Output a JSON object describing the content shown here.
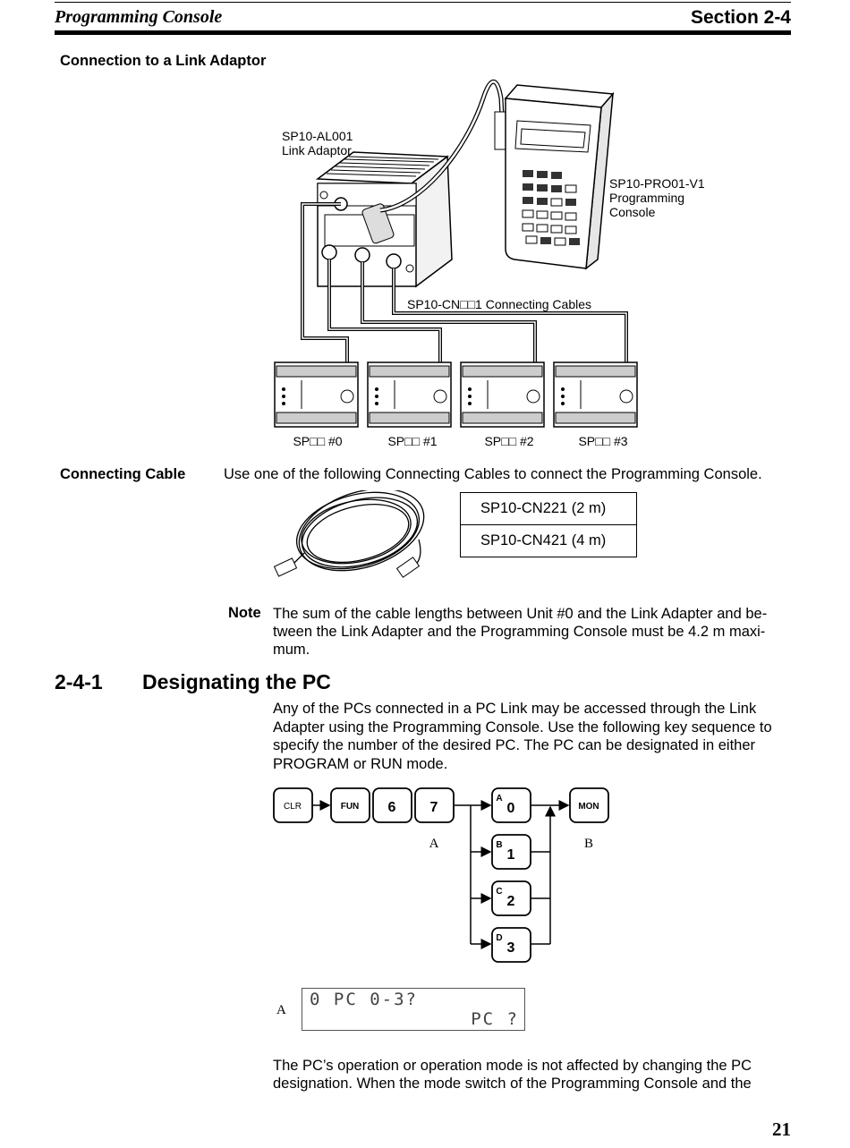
{
  "header": {
    "left": "Programming Console",
    "right": "Section 2-4"
  },
  "link_adaptor": {
    "heading": "Connection to a Link Adaptor",
    "adaptor_label_line1": "SP10-AL001",
    "adaptor_label_line2": "Link Adaptor",
    "console_label_line1": "SP10-PRO01-V1",
    "console_label_line2": "Programming",
    "console_label_line3": "Console",
    "cables_label": "SP10-CN□□1 Connecting Cables",
    "units": [
      "SP□□ #0",
      "SP□□ #1",
      "SP□□ #2",
      "SP□□ #3"
    ]
  },
  "connecting_cable": {
    "heading": "Connecting Cable",
    "intro": "Use one of the following Connecting Cables to connect the Programming Console.",
    "cables": [
      "SP10-CN221 (2 m)",
      "SP10-CN421 (4 m)"
    ],
    "note_label": "Note",
    "note_line1": "The sum of the cable lengths between Unit #0 and the Link Adapter and be-",
    "note_line2": "tween the Link Adapter and the Programming Console must be 4.2 m maxi-",
    "note_line3": "mum."
  },
  "section": {
    "number": "2-4-1",
    "title": "Designating the PC",
    "para_line1": "Any of the PCs connected in a PC Link may be accessed through the Link",
    "para_line2": "Adapter using the Programming Console. Use the following key sequence to",
    "para_line3": "specify the number of the desired PC. The PC can be designated in either",
    "para_line4": "PROGRAM or RUN mode."
  },
  "keys": {
    "clr": "CLR",
    "fun": "FUN",
    "six": "6",
    "seven": "7",
    "mon": "MON",
    "zero_sup": "A",
    "zero": "0",
    "one_sup": "B",
    "one": "1",
    "two_sup": "C",
    "two": "2",
    "three_sup": "D",
    "three": "3",
    "label_a": "A",
    "label_b": "B"
  },
  "display": {
    "label": "A",
    "line1": "0 PC 0-3?",
    "line2": "PC ?"
  },
  "closing": {
    "line1": "The PC’s operation or operation mode is not affected by changing the PC",
    "line2": "designation. When the mode switch of the Programming Console and the"
  },
  "page_number": "21"
}
